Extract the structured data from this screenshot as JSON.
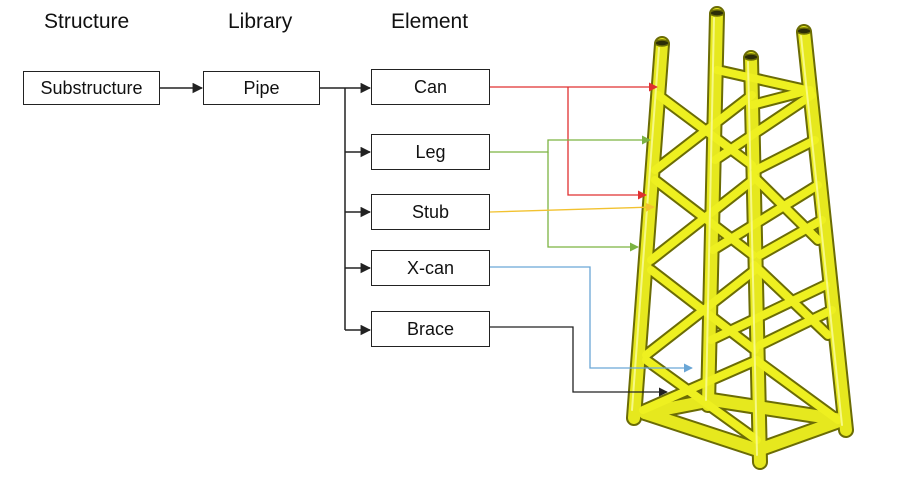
{
  "headers": {
    "structure": "Structure",
    "library": "Library",
    "element": "Element"
  },
  "boxes": {
    "substructure": "Substructure",
    "pipe": "Pipe",
    "can": "Can",
    "leg": "Leg",
    "stub": "Stub",
    "xcan": "X-can",
    "brace": "Brace"
  },
  "colors": {
    "can": "#e03030",
    "leg": "#7cb342",
    "stub": "#f2c230",
    "xcan": "#6aa6d6",
    "brace": "#222222",
    "jacket": "#e6e81e",
    "jacket_shade": "#9a9b0a"
  }
}
